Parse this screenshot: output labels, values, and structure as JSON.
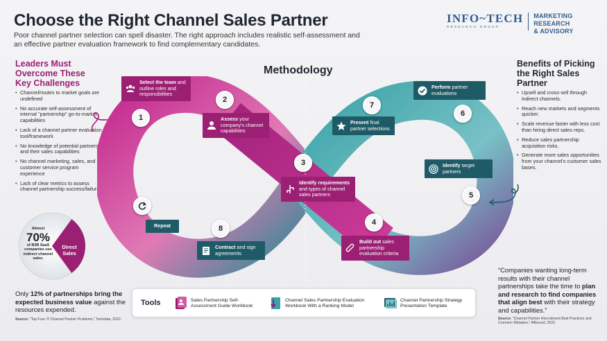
{
  "header": {
    "title": "Choose the Right Channel Sales Partner",
    "subtitle": "Poor channel partner selection can spell disaster. The right approach includes realistic self-assessment and an effective partner evaluation framework to find complementary candidates."
  },
  "logo": {
    "name": "INFO~TECH",
    "tagline": "RESEARCH GROUP",
    "division_line1": "MARKETING RESEARCH",
    "division_line2": "& ADVISORY"
  },
  "left_panel": {
    "heading": "Leaders Must Overcome These Key Challenges",
    "items": [
      "Channel/routes to market goals are undefined",
      "No accurate self-assessment of internal \"partnership\" go-to-market capabilities",
      "Lack of a channel partner evaluation tool/framework",
      "No knowledge of potential partners and their sales capabilities",
      "No channel marketing, sales, and customer service program experience",
      "Lack of clear metrics to assess channel partnership success/failure"
    ]
  },
  "stat": {
    "prefix": "Almost",
    "value": "70%",
    "description": "of B2B SaaS companies use indirect channel sales.",
    "segment_label": "Direct Sales",
    "share_indirect": 0.7
  },
  "left_footer": {
    "text_pre": "Only ",
    "text_bold": "12% of partnerships bring the expected business value",
    "text_post": " against the resources expended.",
    "source_label": "Source:",
    "source_text": " \"Top Four IT Channel Partner Problems,\" Techdata, 2022."
  },
  "methodology": {
    "heading": "Methodology",
    "steps": [
      {
        "num": "1",
        "bold": "Select the team",
        "text": " and outline roles and responsibilities",
        "icon": "team-icon",
        "color": "#9b1f72"
      },
      {
        "num": "2",
        "bold": "Assess",
        "text": " your company's channel capabilities",
        "icon": "person-icon",
        "color": "#9b1f72"
      },
      {
        "num": "3",
        "bold": "Identify requirements",
        "text": " and types of channel sales partners",
        "icon": "tree-icon",
        "color": "#9b1f72"
      },
      {
        "num": "4",
        "bold": "Build out",
        "text": " sales partnership evaluation criteria",
        "icon": "clip-icon",
        "color": "#9b1f72"
      },
      {
        "num": "5",
        "bold": "Identify",
        "text": " target partners",
        "icon": "target-icon",
        "color": "#1f5b66"
      },
      {
        "num": "6",
        "bold": "Perform",
        "text": " partner evaluations",
        "icon": "check-icon",
        "color": "#1f5b66"
      },
      {
        "num": "7",
        "bold": "Present",
        "text": " final partner selections",
        "icon": "star-icon",
        "color": "#1f5b66"
      },
      {
        "num": "8",
        "bold": "Contract",
        "text": " and sign agreements",
        "icon": "contract-icon",
        "color": "#1f5b66"
      }
    ],
    "repeat_label": "Repeat",
    "contract_line2_bold": "sign",
    "contract_line2_text": " agreements"
  },
  "right_panel": {
    "heading": "Benefits of Picking the Right Sales Partner",
    "items": [
      "Upsell and cross-sell through indirect channels.",
      "Reach new markets and segments quicker.",
      "Scale revenue faster with less cost than hiring direct sales reps.",
      "Reduce sales partnership acquisition risks.",
      "Generate more sales opportunities from your channel's customer sales bases."
    ]
  },
  "quote": {
    "text_pre": "“Companies wanting long-term results with their channel partnerships take the time to ",
    "text_bold": "plan and research to find companies that align best",
    "text_post": " with their strategy and capabilities.”",
    "source_label": "Source:",
    "source_text": " \"Channel Partner Recruitment Best Practices and Common Mistakes,\" Allbound, 2022."
  },
  "tools": {
    "label": "Tools",
    "items": [
      {
        "name": "Sales Partnership Self-Assessment Guide Workbook",
        "icon": "workbook-icon"
      },
      {
        "name": "Channel Sales Partnership Evaluation Workbook With a Ranking Model",
        "icon": "evaluation-workbook-icon"
      },
      {
        "name": "Channel Partnership Strategy Presentation Template",
        "icon": "presentation-icon"
      }
    ]
  },
  "colors": {
    "magenta": "#9b1f72",
    "teal": "#1f5b66",
    "brand_blue": "#2f5c8f"
  }
}
